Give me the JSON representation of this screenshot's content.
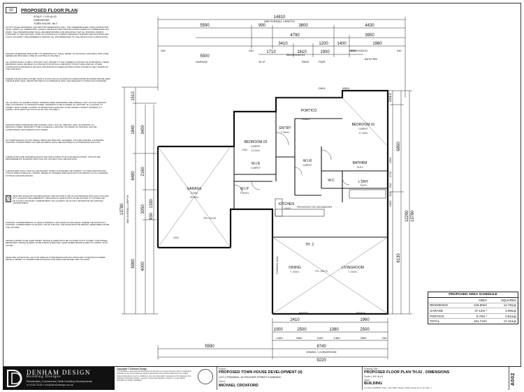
{
  "sheet": {
    "number": "02",
    "title": "PROPOSED FLOOR PLAN",
    "scale": "SCALE: 1:100 @ A3",
    "subtitle": "DIMENSIONS",
    "unit": "TOWN HOUSE: No.2"
  },
  "notes": [
    "DO NOT SCALE DRAWINGS USE WRITTEN DIMENSIONS ONLY. THE OWNER/BUILDER, SUB-CONTRACTOR SHALL VERIFY ALL DIMENSIONS, LEVELS, SETBACKS AND SPECIFICATIONS PRIOR TO COMMENCING ANY WORK. THE OWNER/BUILDER SHALL BE RESPONSIBLE FOR ENSURING THAT ALL BUILDING WORKS CONFORM TO THE NATIONAL CODE OF AUSTRALIA & CURRENT RELEVANT BUILDING REGULATIONS AND LOCAL AUTHORITY REQUIREMENTS. REPORT ALL DISCREPANCIES TO THE OFFICE FOR CLARIFICATION.",
    "UNLESS OTHERWISE SPECIFIED, ITS TERMINOLOGY SHALL REFER TO NATIONAL CONSTRUCTION CODE SERIES AND BUILDING CODE OF AUSTRALIA VOLUME 2.",
    "ALL WORKS SHALL COMPLY WITH BUT NOT LIMITED TO THE CURRENT AUSTRALIAN STANDARDS. THESE DRAWINGS SHALL BE READ IN CONJUNCTION WITH ALL RELEVANT STRUCTURAL AND ALL OTHER CONSULTANTS DRAWINGS, DETAILS AND MANUFACTURERS INSTRUCTIONS ISSUED IN THE COURSE OF THE CONTRACT.",
    "WHERE THE BUILDING (OTHER THAN A CLASS 10A) ALLOCATED IN A DESIGNATED BUSHFIRE PRONE AREA THE BUILDING SHALL BE PROTECTED IN ACCORDANCE WITH THE RELEVANT AUSTRALIAN STANDARD.",
    "ALL GLAZING TO AS1288 & AS2047. WINDOW SIZES NOMINATED ARE NOMINAL ONLY. ACTUAL SIZE MAY VARY ACCORDING TO MANUFACTURER. WINDOWS TO BE FLASHED ALL AROUND. ALL GLAZING TO COMPLY WITH AS1288. GLAZING TO BATHROOM & ENSUITE TO BE GRADE A SAFETY MATERIAL TO COMPLY WITH SECTION 5.19 & 5.22 OF NCC VOLUME 2.",
    "WINDOW SIZES NOMINATED ARE NOMINAL ONLY. ACTUAL SIZE MAY VARY ACCORDING TO MANUFACTURER. WINDOWS TO BE FLASHED ALL AROUND. NO FIRING OF NATURAL GAS AIR-CONDITIONING OR DOMESTIC HOT WATER.",
    "NO OVERHANGING OF HOT AREAS. BEING BATHROOMS, SHOWERS, KITCHEN SCENES, LAUNDRIES, SANITARY COMPARTMENT OR SIMILAR AREAS SHALL BE PROVIDED IN ACCORDANCE WITH NCC.",
    "THESE NOTES ARE NEITHER EXHAUSTIVE NOR A SUBSTITUTE FOR REGULATIONS, STRUCTURE REQUIREMENTS, BUILDING PRACTICE OR CONTRACTUAL OBLIGATIONS.",
    "THE BUILDER SHALL TAKE ALL NECESSARY STEPS TO ENSURE THE STABILITY OF NEW AND EXISTING STRUCTURES DURING ALL WORKS. REFER TO OWNERS SPECIFICATION FOR DETAILS OF ALL FINISHES, FITTINGS AND APPLIANCES.",
    "DENOTES EXHAUST FAN MECHANICAL VENTILATION TO BE IN ACCORDANCE WITH NCC 3.8.5 AND 3.8.7. EXHAUST REQUIREMENTS: MECHANICAL VENTILATION TO BE DUCTED TO OUTSIDE AIR. 25L/S FOR A SANITARY COMPARTMENT OR LAUNDRY; 40L/S FOR A BATHROOM OR SANITARY COMPARTMENT.",
    "SANITARY COMPARTMENTS TO HAVE A MINIMUM 1.2M CLEAR FLOOR SPACE. WHERE THE DOOR OF A SANITARY COMPARTMENT IS WITHIN 1.2M OF THE PAN, THE DOOR MUST BE READILY REMOVABLE FROM THE OUTSIDE.",
    "SMOKE ALARMS TO BE HARD WIRED. SMOKE ALARMS MUST BE LOCATED IN ANY STOREY CONTAINING BEDROOMS. SMOKE ALARMS TO BE INTERCONNECTED. HARD WIRED SMOKE ALARM TO COMPLY WITH AS3786.",
    "SELECTED SOLID ROOF LIGHT OR SIMILAR TO BATHROOM AND WC INSTALLED TO MANUFACTURERS DETAILS. REFER TO OWNERS SPECIFICATION FOR MAKE AND MODEL AND LOCATION."
  ],
  "plan": {
    "overall_label": "MM OVERALL LENGTH",
    "dims_top_outer": [
      "14810"
    ],
    "dims_top_row1": [
      "5590",
      "990",
      "3800",
      "4430"
    ],
    "dims_top_row2": [
      "4790",
      "3950"
    ],
    "dims_top_row3": [
      "5500",
      "3410",
      "1200",
      "1400",
      "1960"
    ],
    "dims_top_row4": [
      "1710",
      "1610",
      "1900"
    ],
    "dims_top_small": [
      "240",
      "240",
      "240",
      "240"
    ],
    "dims_bottom_row1": [
      "2410",
      "1960"
    ],
    "dims_bottom_row2": [
      "1000",
      "2500",
      "1380",
      "2500"
    ],
    "dims_bottom_row3": [
      "1400",
      "2500",
      "1200",
      "1360",
      "2500",
      "240"
    ],
    "dims_bottom_row4": [
      "8740",
      "5590"
    ],
    "dims_bottom_outer": [
      "9220"
    ],
    "dims_left": [
      "1510",
      "1840",
      "3400",
      "6480",
      "2160",
      "1330",
      "830",
      "3050",
      "6980",
      "4000"
    ],
    "dims_left_outer": [
      "13780"
    ],
    "dims_left_label": "MM OVERALL DEPTH",
    "dims_right": [
      "1510",
      "6850",
      "12290",
      "13780",
      "6130",
      "1590",
      "1710",
      "910",
      "810",
      "1600"
    ],
    "rooms": {
      "garage": "GARAGE",
      "garage_fin": "CONC",
      "garage_area": "30.00m²",
      "gfl": "GFL 105.00",
      "bed2": "BEDROOM.02",
      "bed2_fin": "CARPET",
      "bed2_area": "14.11m²",
      "portico": "PORTICO",
      "entry": "ENTRY",
      "entry_fin": "T. VINYL",
      "wir_a": "W.I.R",
      "wir_a_fin": "CARPET",
      "wp": "W.I.P",
      "wp_fin": "T. VINYL",
      "bed1": "BEDROOM.01",
      "bed1_fin": "CARPET",
      "bed1_area": "17.49m²",
      "wir_b": "W.I.R",
      "wir_b_fin": "CARPET",
      "bath": "BATHRM",
      "bath_fin": "TILES",
      "wc": "W.C",
      "ldry": "L'DRY",
      "ldry_fin": "TILES",
      "kitchen": "KITCHEN",
      "kitchen_fin": "T. VINYL",
      "kitchen_note": "PROVISION FOR DISHWASHER",
      "th": "TH. 2",
      "living": "LIVINGROOM",
      "living_fin": "T. VINYL",
      "dining": "DINING",
      "dining_fin": "T. VINYL",
      "ffl": "FFL 105.75",
      "dining_living": "DINING / LIVINGROOM",
      "storage": "STORAGE WALL",
      "setback": "2324",
      "setback2": "2350",
      "bed_label_top": "BEDROOM.01",
      "bath_top": "BATH RM",
      "paths_top": [
        "PASS",
        "PWR",
        "W.I.P"
      ],
      "ewin_codes": [
        "D624",
        "W624",
        "W624",
        "W05",
        "W08",
        "W06",
        "W1824",
        "W1624",
        "W1624",
        "W1224",
        "W1624",
        "W0624",
        "D1821"
      ]
    }
  },
  "area_schedule": {
    "title": "PROPOSED AREA SCHEDULE",
    "headers": [
      "",
      "AREA",
      "SQUARES"
    ],
    "rows": [
      [
        "RESIDENCE",
        "118.60m²",
        "12.76sqs"
      ],
      [
        "GARAGE",
        "37.12m ²",
        "3.99sqs"
      ],
      [
        "PORTICO",
        "5.70m ²",
        "0.61sqs"
      ],
      [
        "TOTAL",
        "161.74m²",
        "17.41sqs"
      ]
    ]
  },
  "title_block": {
    "company": "DENHAM DESIGN",
    "company_sub": "Building Designs",
    "tagline": "Residential | Commercial | Multi Dwelling Developments",
    "contact": "m: 0418172146  e: info@denhamdesign.com.au",
    "web": "w: www.denhamdesign.com.au   bpb: 15680",
    "copyright_head": "Copyright © Denham Design",
    "copyright_text": "The contractor must verify all dimensions on site prior to commencing any work or ordering of materials or any shop drawings. Figured dimensions have priority preference over scaled. Subject dimensions must be verified on site. Any information contained on this drawing is the copyright of Denham Design; copying or using this drawing in whole or in part without permission is strictly prohibited.",
    "project_label": "Project",
    "project": "PROPOSED TOWN HOUSE DEVELOPMENT (4)",
    "address": "LOT 2 PS633024, 46 FISCHER STREET KYABRAM",
    "client_label": "Client",
    "client": "MICHAEL CROXFORD",
    "drawing_label": "Drawing Title",
    "drawing_title": "PROPOSED FLOOR PLAN  TH.02 - DIMENSIONS",
    "scale": "Scale 1:100 @ A3",
    "issue_label": "Issue",
    "issue": "BUILDING",
    "footer": "Cert Ref: D/0008/6 | Date: JAN 2024 | Drawn: DPD | Sheet 02 of 10 | Rev: 1",
    "sheet_code": "A002"
  }
}
